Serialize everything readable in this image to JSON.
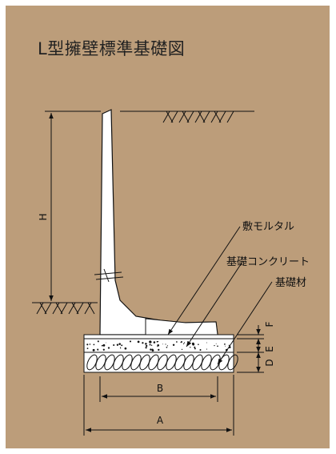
{
  "diagram": {
    "title": "L型擁壁標準基礎図",
    "labels": {
      "mortar": "敷モルタル",
      "base_concrete": "基礎コンクリート",
      "base_material": "基礎材"
    },
    "dimensions": {
      "H": "H",
      "A": "A",
      "B": "B",
      "D": "D",
      "E": "E",
      "F": "F"
    },
    "colors": {
      "background": "#bc9d7a",
      "wall_fill": "#ffffff",
      "line": "#111111"
    }
  }
}
